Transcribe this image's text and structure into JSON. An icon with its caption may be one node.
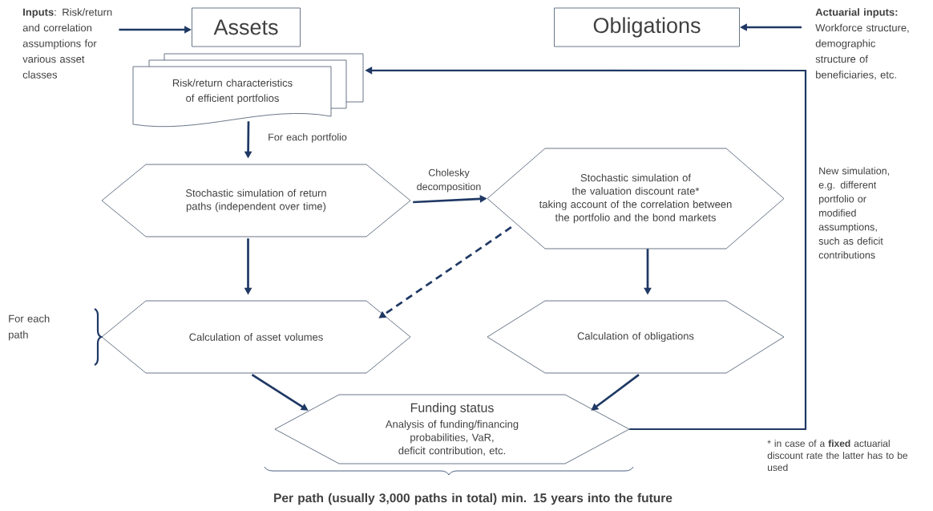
{
  "diagram": {
    "nodes": [
      {
        "text": [
          "**Inputs**: Risk/return and correlation assumptions for various asset classes"
        ]
      },
      {
        "text": [
          "Assets"
        ]
      },
      {
        "text": [
          "Obligations"
        ]
      },
      {
        "text": [
          "**Actuarial inputs:** Workforce structure, demographic structure of beneficiaries, etc."
        ]
      },
      {
        "text": [
          "Risk/return characteristics of efficient portfolios"
        ]
      },
      {
        "text": [
          "Stochastic simulation of return paths (independent over time)"
        ]
      },
      {
        "text": [
          "Stochastic simulation of the valuation discount rate*",
          "taking account of the correlation between the portfolio and the bond markets"
        ]
      },
      {
        "text": [
          "Calculation of asset volumes"
        ]
      },
      {
        "text": [
          "Calculation of obligations"
        ]
      },
      {
        "text": [
          "Funding status",
          "Analysis of funding/financing probabilities, VaR, deficit contribution, etc."
        ]
      }
    ],
    "edges": [
      {
        "from": 0,
        "to": 1,
        "arrow": "to"
      },
      {
        "from": 3,
        "to": 2,
        "arrow": "to"
      },
      {
        "from": 4,
        "to": 5,
        "arrow": "to",
        "label": "For each portfolio"
      },
      {
        "from": 5,
        "to": 6,
        "arrow": "to",
        "label": "Cholesky decomposition"
      },
      {
        "from": 5,
        "to": 7,
        "arrow": "to"
      },
      {
        "from": 6,
        "to": 7,
        "arrow": "to",
        "style": "dashed"
      },
      {
        "from": 6,
        "to": 8,
        "arrow": "to"
      },
      {
        "from": 7,
        "to": 9,
        "arrow": "to"
      },
      {
        "from": 8,
        "to": 9,
        "arrow": "to"
      },
      {
        "from": 9,
        "to": 4,
        "arrow": "to",
        "label": "New simulation, e.g. different portfolio or modified assumptions, such as deficit contributions"
      }
    ],
    "labels": [
      "For each path",
      "* in case of a **fixed** actuarial discount rate the latter has to be used",
      "Per path (usually 3,000 paths in total) min. 15 years into the future"
    ]
  }
}
